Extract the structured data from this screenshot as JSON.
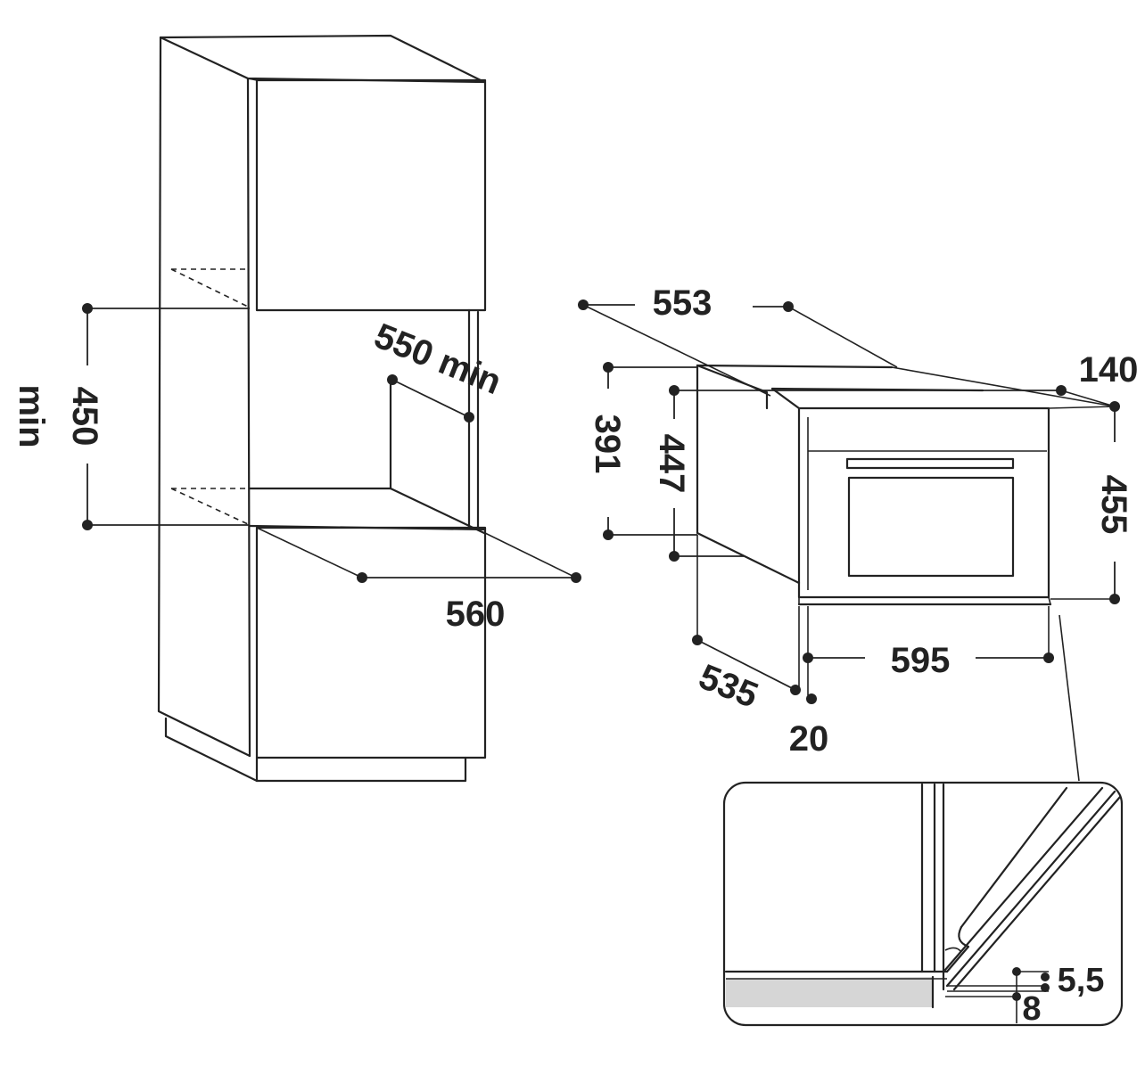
{
  "dimensions": {
    "cabinet_opening_height": "450",
    "cabinet_opening_height_suffix": "min",
    "cabinet_depth_min": "550 min",
    "cabinet_width": "560",
    "oven_body_width": "553",
    "oven_front_offset": "140",
    "oven_body_height": "391",
    "oven_frame_height": "447",
    "oven_front_height": "455",
    "oven_depth": "535",
    "oven_front_width": "595",
    "oven_front_thickness": "20",
    "detail_gap": "5,5",
    "detail_offset": "8"
  },
  "colors": {
    "line": "#222222",
    "background": "#ffffff",
    "detail_fill": "#d6d6d6"
  }
}
